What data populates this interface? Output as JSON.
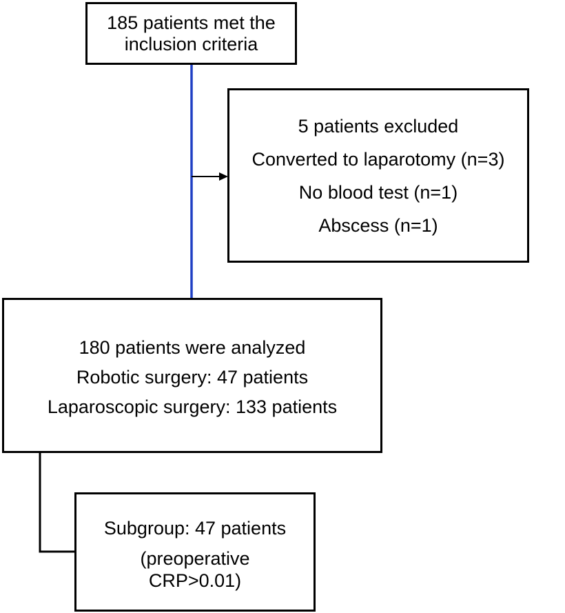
{
  "flowchart": {
    "top_box": {
      "lines": [
        "185 patients met the",
        "inclusion criteria"
      ]
    },
    "exclusion_box": {
      "lines": [
        "5 patients excluded",
        "Converted to laparotomy (n=3)",
        "No blood test (n=1)",
        "Abscess (n=1)"
      ]
    },
    "analyzed_box": {
      "lines": [
        "180 patients were analyzed",
        "Robotic surgery: 47 patients",
        "Laparoscopic surgery: 133 patients"
      ]
    },
    "subgroup_box": {
      "lines": [
        "Subgroup: 47 patients",
        "(preoperative",
        "CRP>0.01)"
      ]
    }
  },
  "colors": {
    "main_connector": "#1f3fc4",
    "box_border": "#000000",
    "arrow": "#000000"
  }
}
